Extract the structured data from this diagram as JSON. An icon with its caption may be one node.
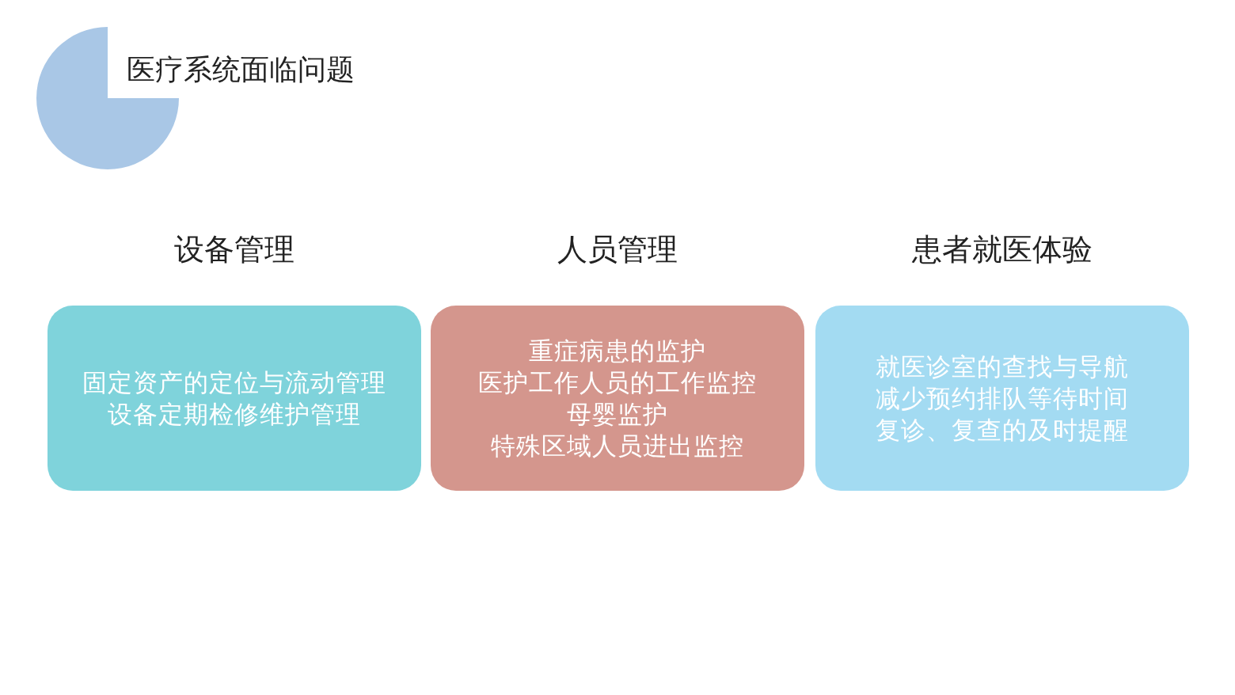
{
  "diagram": {
    "title": "医疗系统面临问题",
    "nodes": [
      {
        "text": [
          "设备管理",
          "固定资产的定位与流动管理",
          "设备定期检修维护管理"
        ]
      },
      {
        "text": [
          "人员管理",
          "重症病患的监护",
          "医护工作人员的工作监控",
          "母婴监护",
          "特殊区域人员进出监控"
        ]
      },
      {
        "text": [
          "患者就医体验",
          "就医诊室的查找与导航",
          "减少预约排队等待时间",
          "复诊、复查的及时提醒"
        ]
      }
    ]
  }
}
